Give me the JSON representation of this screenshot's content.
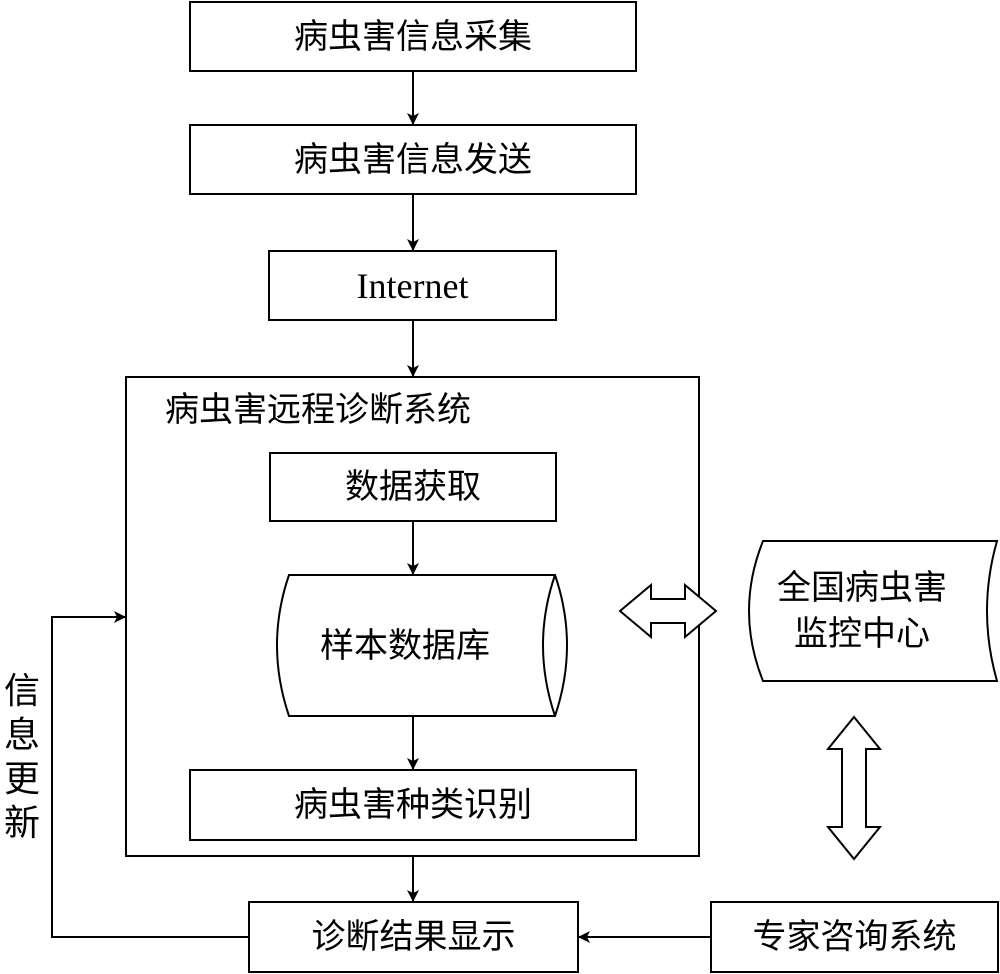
{
  "nodes": {
    "collect": "病虫害信息采集",
    "send": "病虫害信息发送",
    "internet": "Internet",
    "system_title": "病虫害远程诊断系统",
    "acquire": "数据获取",
    "database": "样本数据库",
    "identify": "病虫害种类识别",
    "result": "诊断结果显示",
    "monitor": "全国病虫害监控中心",
    "expert": "专家咨询系统"
  },
  "feedback_label": "信息更新",
  "colors": {
    "stroke": "#000000",
    "background": "#ffffff"
  }
}
